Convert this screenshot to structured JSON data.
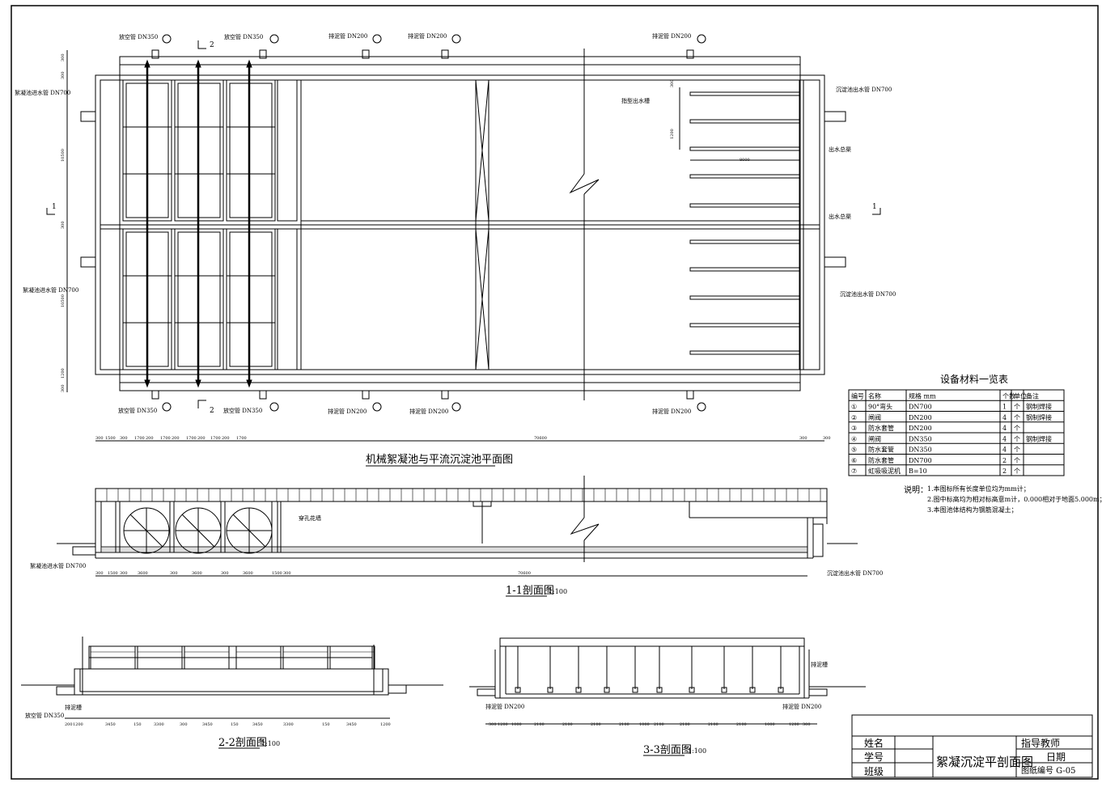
{
  "title_main": "机械絮凝池与平流沉淀池平面图",
  "plan_labels": {
    "top_pipes": [
      "放空管 DN350",
      "放空管 DN350",
      "排泥管 DN200",
      "排泥管 DN200",
      "排泥管 DN200"
    ],
    "bottom_pipes": [
      "放空管 DN350",
      "放空管 DN350",
      "排泥管 DN200",
      "排泥管 DN200",
      "排泥管 DN200"
    ],
    "left_inlet_top": "絮凝池进水管 DN700",
    "left_inlet_bottom": "絮凝池进水管 DN700",
    "right_outlet_top": "沉淀池出水管 DN700",
    "right_outlet_bottom": "沉淀池出水管 DN700",
    "finger_trough": "指型出水槽",
    "outlet_channel_1": "出水总渠",
    "outlet_channel_2": "出水总渠",
    "dim_8000": "8000",
    "dim_1200": "1200",
    "dim_300": "300",
    "section_mark_1": "1",
    "section_mark_2": "2"
  },
  "plan_bottom_dims": [
    "300",
    "1500",
    "300",
    "1700",
    "200",
    "1700",
    "200",
    "1700",
    "200",
    "1700",
    "200",
    "1700",
    "70600",
    "300",
    "300"
  ],
  "plan_left_dims": [
    "300",
    "300",
    "10500",
    "300",
    "10500",
    "1200",
    "300"
  ],
  "table": {
    "title": "设备材料一览表",
    "headers": [
      "编号",
      "名称",
      "规格 mm",
      "个数",
      "单位",
      "备注"
    ],
    "rows": [
      [
        "①",
        "90°弯头",
        "DN700",
        "1",
        "个",
        "钢制焊接"
      ],
      [
        "②",
        "闸阀",
        "DN200",
        "4",
        "个",
        "钢制焊接"
      ],
      [
        "③",
        "防水套管",
        "DN200",
        "4",
        "个",
        ""
      ],
      [
        "④",
        "闸阀",
        "DN350",
        "4",
        "个",
        "钢制焊接"
      ],
      [
        "⑤",
        "防水套管",
        "DN350",
        "4",
        "个",
        ""
      ],
      [
        "⑥",
        "防水套管",
        "DN700",
        "2",
        "个",
        ""
      ],
      [
        "⑦",
        "虹吸吸泥机",
        "B=10",
        "2",
        "个",
        ""
      ]
    ]
  },
  "notes": {
    "label": "说明：",
    "lines": [
      "1.本图标所有长度单位均为mm计；",
      "2.图中标高均为相对标高意m计，0.000相对于地面5.000m；",
      "3.本图池体结构为钢筋混凝土；"
    ]
  },
  "section_1": {
    "title": "1-1剖面图",
    "scale": "1:100",
    "labels": [
      "穿孔花墙",
      "絮凝池进水管 DN700",
      "沉淀池出水管 DN700"
    ],
    "dims": [
      "300",
      "1500",
      "300",
      "3600",
      "300",
      "3600",
      "300",
      "3600",
      "1500",
      "300",
      "70600"
    ]
  },
  "section_2": {
    "title": "2-2剖面图",
    "scale": "1:100",
    "labels": [
      "排泥槽",
      "放空管 DN350"
    ],
    "dims": [
      "200",
      "1200",
      "3450",
      "150",
      "3300",
      "300",
      "3450",
      "150",
      "3450",
      "3300",
      "150",
      "3450",
      "1200"
    ]
  },
  "section_3": {
    "title": "3-3剖面图",
    "scale": "1:100",
    "labels": [
      "排泥管 DN200",
      "排泥槽",
      "排泥管 DN200"
    ],
    "dims": [
      "300",
      "1200",
      "1000",
      "2100",
      "2100",
      "2100",
      "2100",
      "1000",
      "2100",
      "2100",
      "2100",
      "2100",
      "1000",
      "1200",
      "300"
    ]
  },
  "title_block": {
    "name": "姓名",
    "student_id": "学号",
    "class": "班级",
    "drawing_title": "絮凝沉淀平剖面图",
    "advisor": "指导教师",
    "date": "日期",
    "drawing_no": "图纸编号 G-05"
  }
}
